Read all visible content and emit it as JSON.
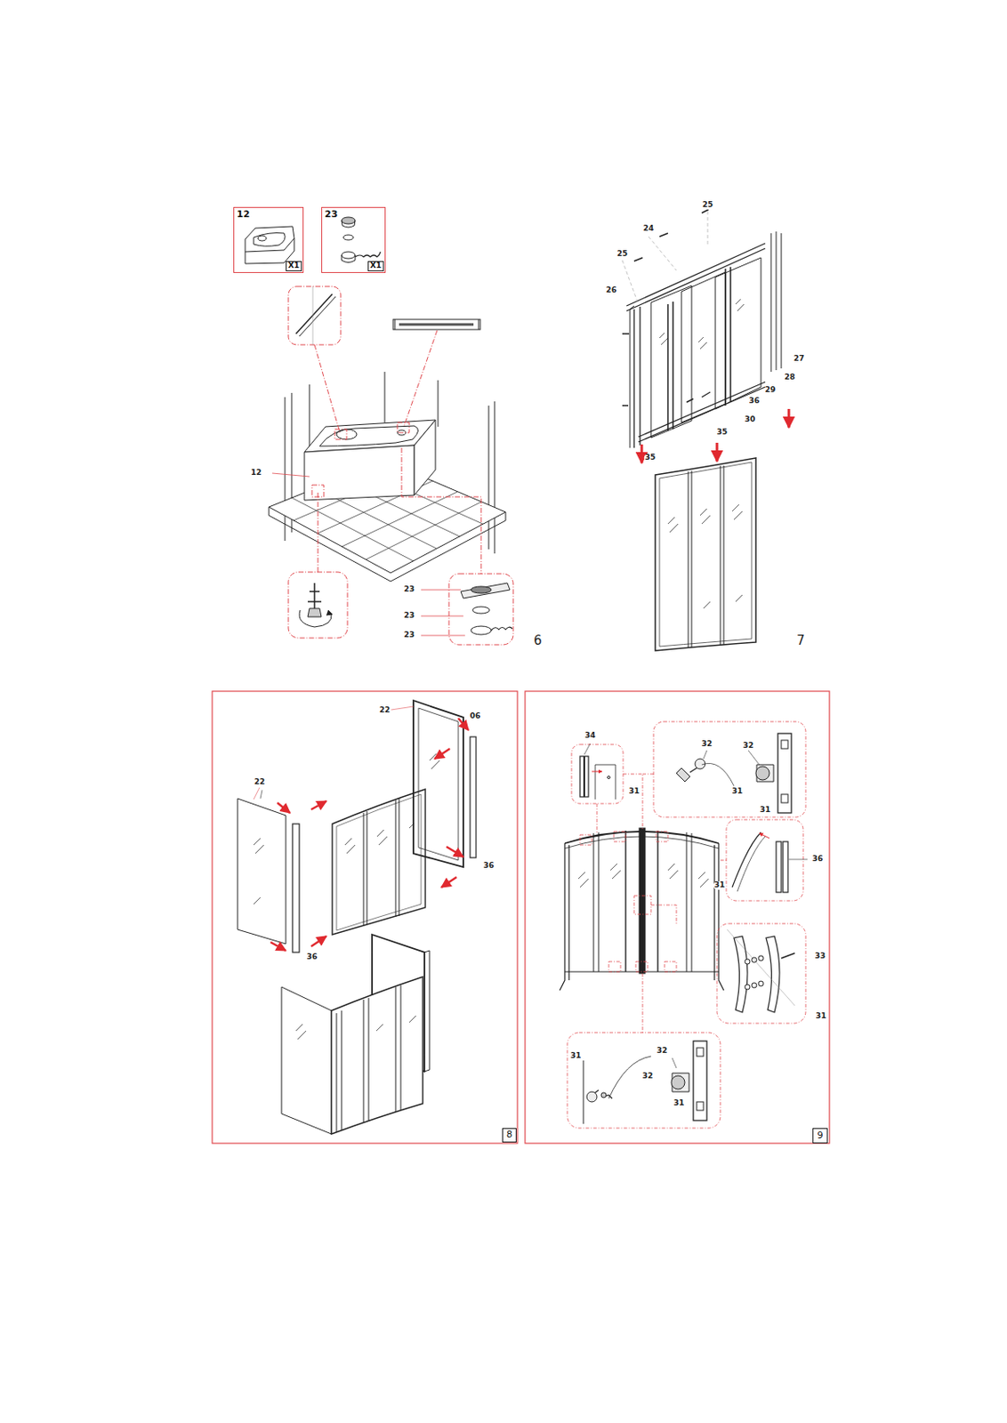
{
  "diagram": {
    "nodes": [
      {
        "text": [
          "12",
          "X1"
        ]
      },
      {
        "text": [
          "23",
          "X1"
        ]
      },
      {
        "text": [
          "8"
        ]
      },
      {
        "text": [
          "9"
        ]
      }
    ],
    "labels": [
      "12",
      "23",
      "23",
      "23",
      "6",
      "25",
      "24",
      "25",
      "26",
      "27",
      "28",
      "29",
      "36",
      "30",
      "35",
      "35",
      "7",
      "22",
      "06",
      "22",
      "36",
      "36",
      "34",
      "31",
      "32",
      "32",
      "31",
      "31",
      "31",
      "36",
      "33",
      "31",
      "31",
      "32",
      "32",
      "31"
    ]
  }
}
